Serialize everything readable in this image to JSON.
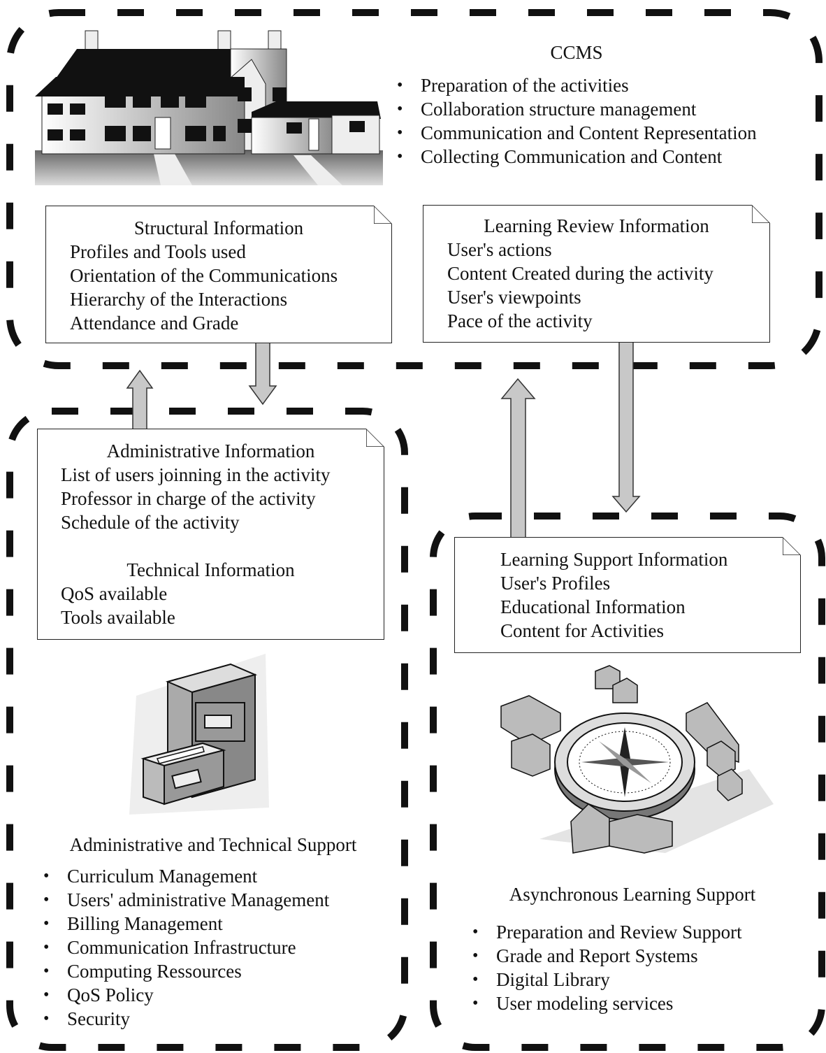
{
  "ccms": {
    "title": "CCMS",
    "items": [
      "Preparation of the activities",
      "Collaboration structure management",
      "Communication and Content Representation",
      "Collecting Communication and Content"
    ]
  },
  "structural_note": {
    "title": "Structural Information",
    "lines": [
      "Profiles and Tools used",
      "Orientation of the Communications",
      "Hierarchy of the Interactions",
      "Attendance and Grade"
    ]
  },
  "learning_review_note": {
    "title": "Learning Review Information",
    "lines": [
      "User's actions",
      "Content Created during the activity",
      "User's viewpoints",
      "Pace of the activity"
    ]
  },
  "admin_note": {
    "title": "Administrative Information",
    "lines": [
      "List of users joinning in the activity",
      "Professor in charge of the activity",
      "Schedule of the activity"
    ],
    "tech_title": "Technical Information",
    "tech_lines": [
      "QoS available",
      "Tools available"
    ]
  },
  "learning_support_note": {
    "lines": [
      "Learning Support Information",
      "User's Profiles",
      "Educational Information",
      "Content for Activities"
    ]
  },
  "admin_support": {
    "title": "Administrative and Technical Support",
    "items": [
      "Curriculum Management",
      "Users' administrative Management",
      "Billing Management",
      "Communication Infrastructure",
      "Computing Ressources",
      "QoS Policy",
      "Security"
    ]
  },
  "async_support": {
    "title": "Asynchronous Learning Support",
    "items": [
      "Preparation and Review Support",
      "Grade and Report Systems",
      "Digital Library",
      "User modeling services"
    ]
  },
  "icons": [
    "house-icon",
    "filing-cabinet-icon",
    "compass-village-icon"
  ],
  "colors": {
    "arrow_fill": "#c8c8c8",
    "stroke": "#111111"
  }
}
